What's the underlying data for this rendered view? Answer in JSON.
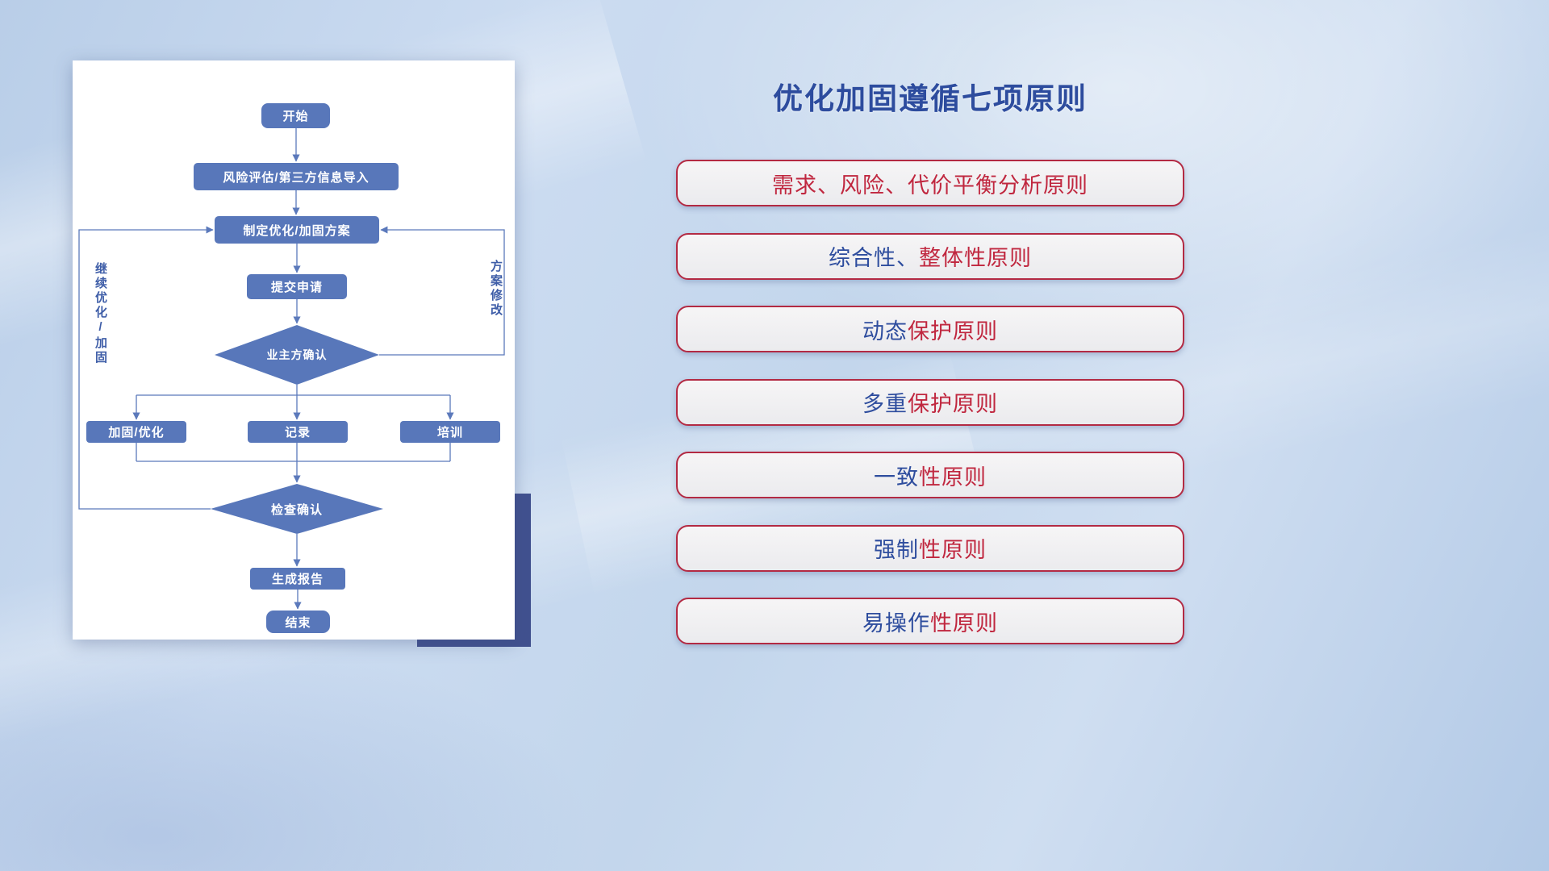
{
  "slide": {
    "title": "优化加固遵循七项原则"
  },
  "flowchart": {
    "nodes": {
      "start": "开始",
      "risk_import": "风险评估/第三方信息导入",
      "make_plan": "制定优化/加固方案",
      "submit": "提交申请",
      "owner_confirm": "业主方确认",
      "reinforce": "加固/优化",
      "record": "记录",
      "training": "培训",
      "check_confirm": "检查确认",
      "report": "生成报告",
      "end": "结束"
    },
    "edge_labels": {
      "continue_loop": "继续优化/加固",
      "revise_loop": "方案修改"
    }
  },
  "principles": {
    "items": [
      {
        "blue": "",
        "red": "需求、风险、代价平衡分析原则"
      },
      {
        "blue": "综合性、",
        "red": "整体性原则"
      },
      {
        "blue": "动态",
        "red": "保护原则"
      },
      {
        "blue": "多重",
        "red": "保护原则"
      },
      {
        "blue": "一致",
        "red": "性原则"
      },
      {
        "blue": "强制",
        "red": "性原则"
      },
      {
        "blue": "易操作",
        "red": "性原则"
      }
    ]
  },
  "colors": {
    "title_blue": "#2d4c9e",
    "principle_red": "#c0273f",
    "principle_border": "#b32a43",
    "node_fill": "#5877ba",
    "connector_blue": "#5b79bb",
    "accent_block": "#41518f",
    "background_blue": "#c3d6ec"
  }
}
